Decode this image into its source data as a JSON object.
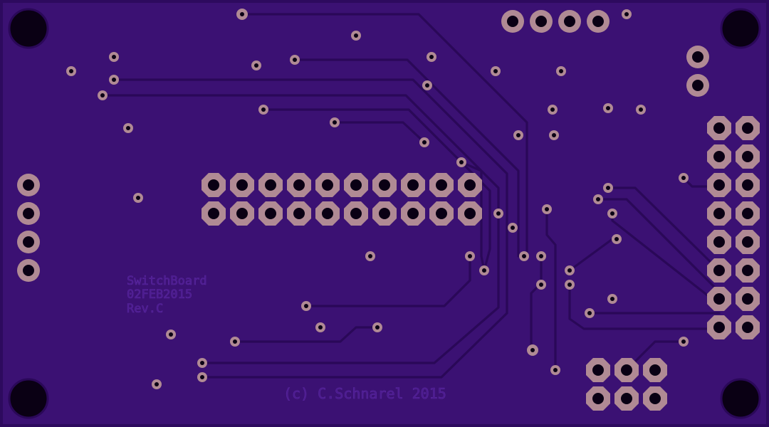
{
  "silkscreen": {
    "name": "SwitchBoard",
    "date": "02FEB2015",
    "revision": "Rev.C",
    "copyright": "(c) C.Schnarel 2015"
  },
  "colors": {
    "board": "#3b1173",
    "edge": "#2d0a5e",
    "trace": "#2a0858",
    "pad": "#b08a94",
    "hole": "#0a0014"
  }
}
